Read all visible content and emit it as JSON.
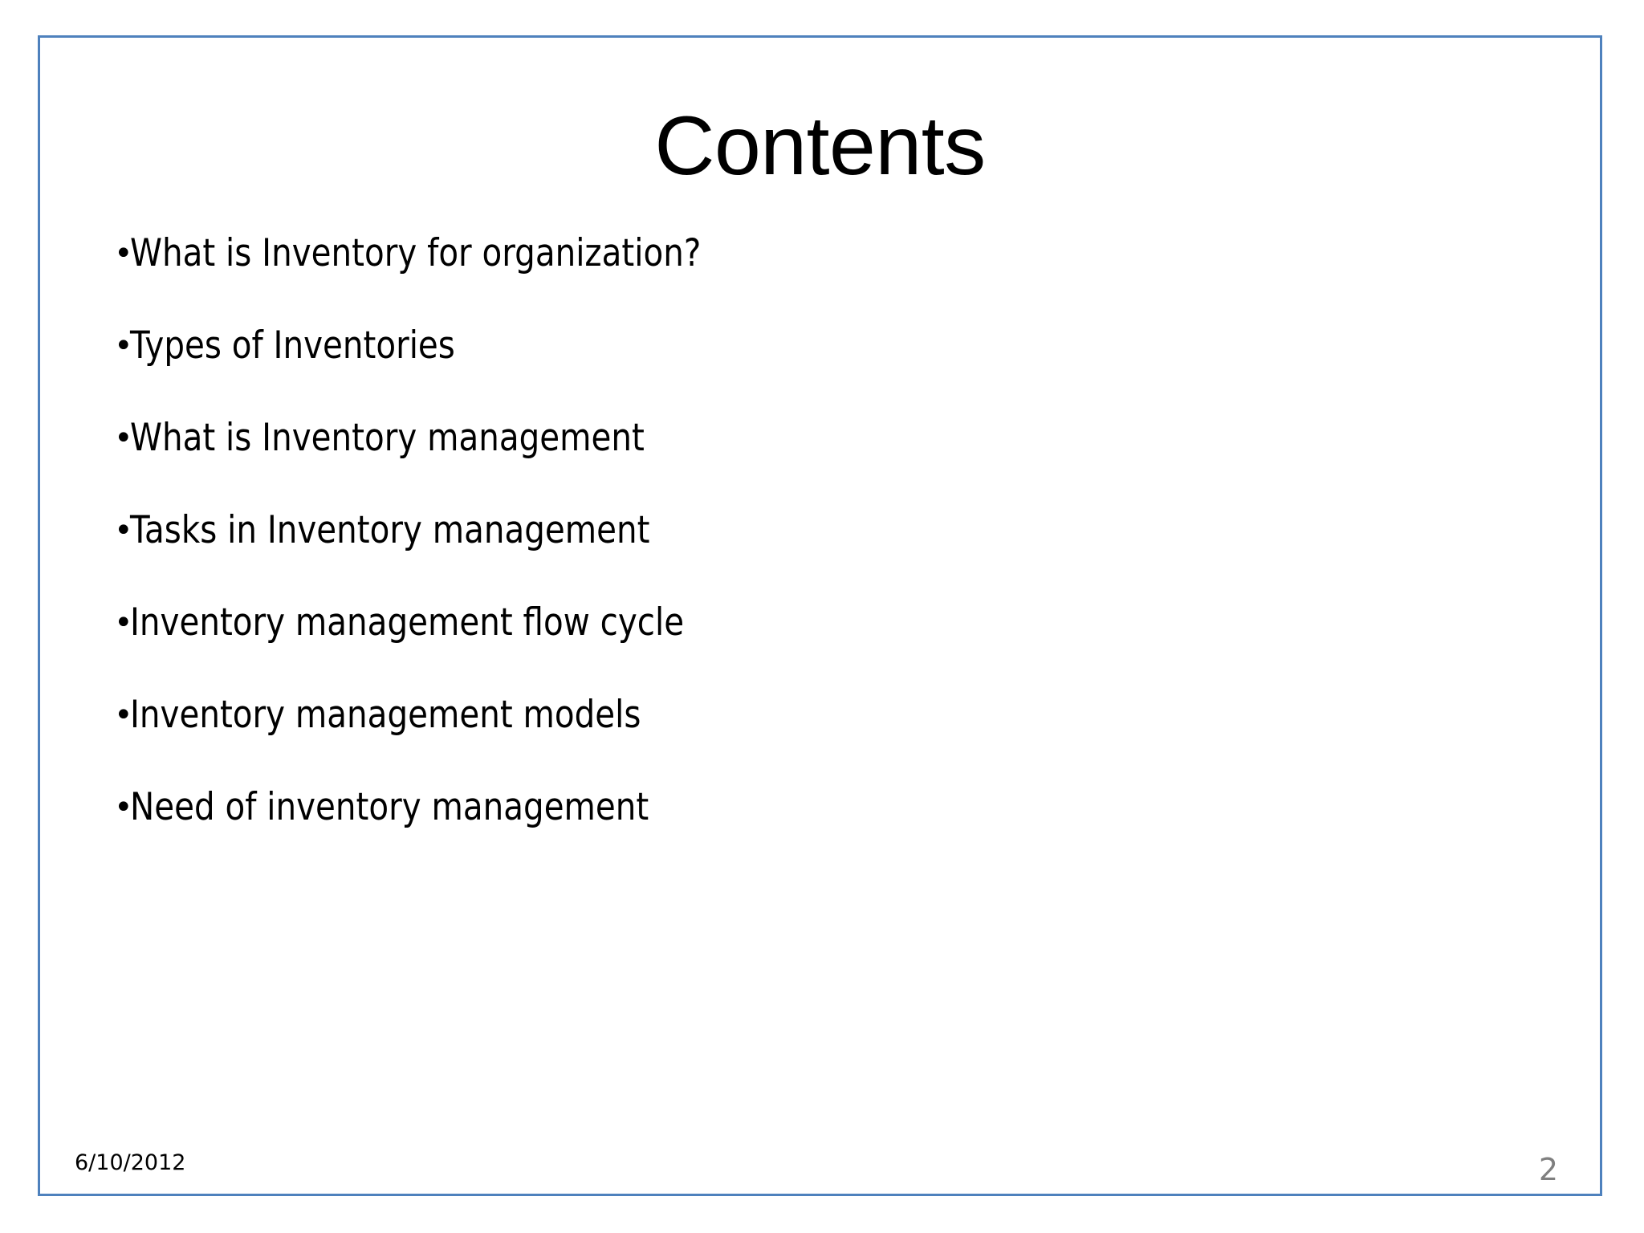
{
  "slide": {
    "title": "Contents",
    "bullet_marker": "•",
    "border_color": "#4E81BD",
    "background_color": "#FFFFFF",
    "text_color": "#000000",
    "page_number_color": "#7F7F7F",
    "bullets": [
      {
        "text": "What is Inventory for organization?"
      },
      {
        "text": "Types of Inventories"
      },
      {
        "text": "What is Inventory management"
      },
      {
        "text": "Tasks in Inventory management"
      },
      {
        "text": "Inventory management flow cycle"
      },
      {
        "text": "Inventory management models"
      },
      {
        "text": "Need of inventory management"
      }
    ],
    "footer": {
      "date": "6/10/2012",
      "page_number": "2"
    }
  }
}
